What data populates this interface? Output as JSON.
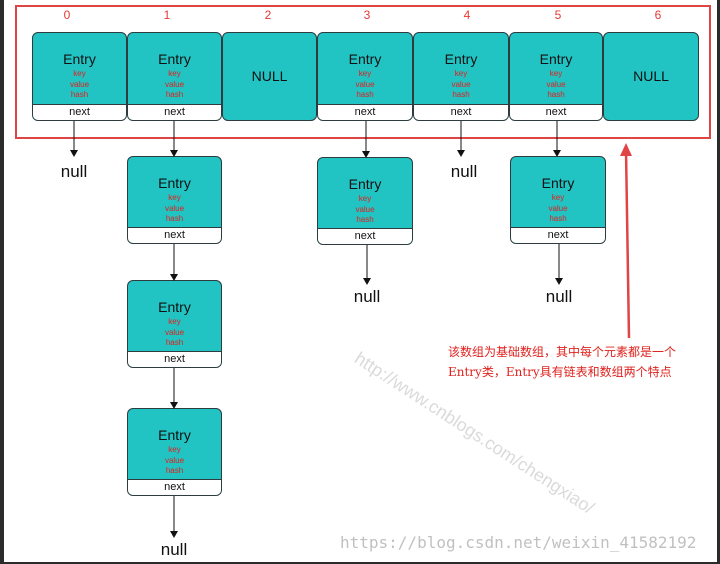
{
  "indices": [
    "0",
    "1",
    "2",
    "3",
    "4",
    "5",
    "6"
  ],
  "entry": {
    "title": "Entry",
    "key": "key",
    "value": "value",
    "hash": "hash",
    "next": "next"
  },
  "null_bucket": "NULL",
  "null_label": "null",
  "annotation": {
    "line1": "该数组为基础数组，其中每个元素都是一个",
    "line2": "Entry类，Entry具有链表和数组两个特点"
  },
  "watermark": {
    "diagonal": "http://www.cnblogs.com/chengxiao/",
    "footer": "https://blog.csdn.net/weixin_41582192"
  },
  "colors": {
    "node": "#22c3c3",
    "highlight": "#e04545",
    "field_text": "#e0211d"
  }
}
